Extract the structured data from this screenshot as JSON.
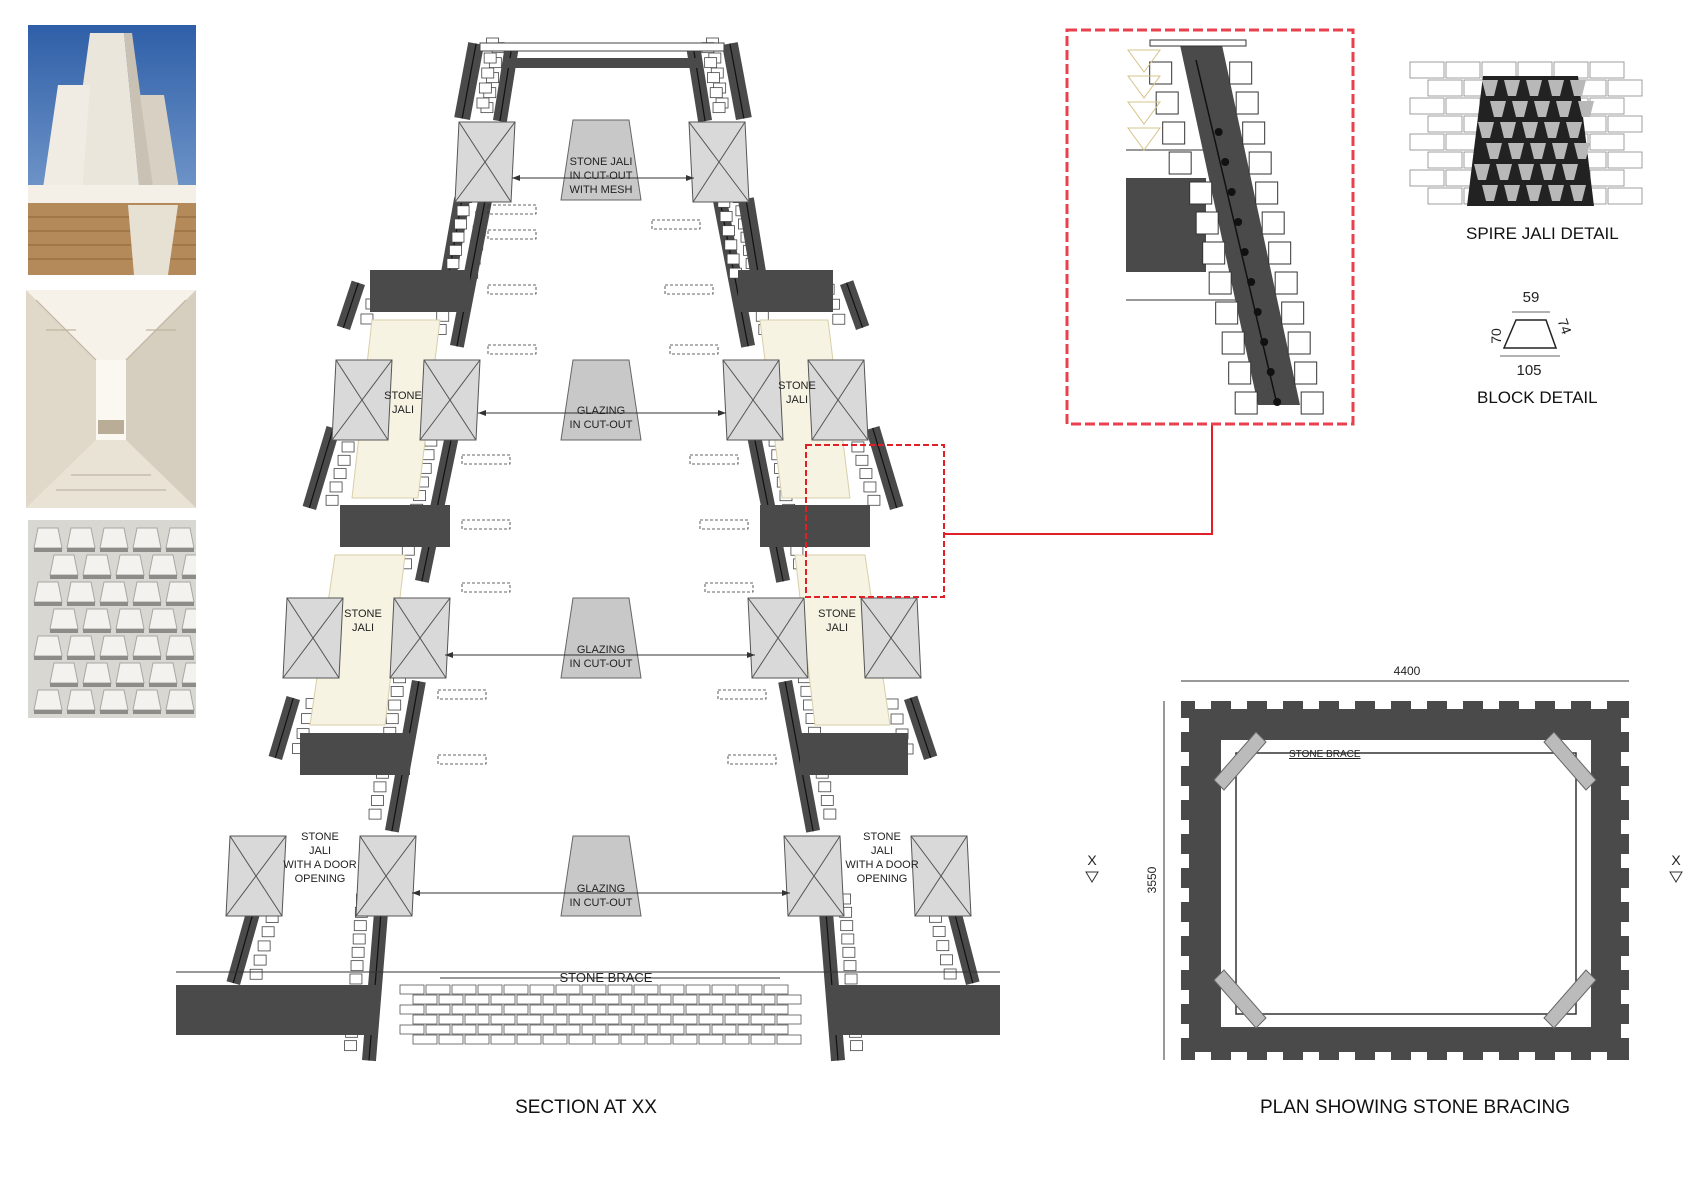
{
  "photos": [
    {
      "name": "spire-exterior-photo",
      "sky": "#3f6fb0",
      "stone": "#e9e4da"
    },
    {
      "name": "spire-interior-photo",
      "stone": "#e8e2d6"
    },
    {
      "name": "stone-jali-photo",
      "stone": "#e4e2de"
    }
  ],
  "section": {
    "caption": "SECTION AT XX",
    "labels": {
      "jali_mesh": [
        "STONE JALI",
        "IN CUT-OUT",
        "WITH MESH"
      ],
      "glazing": [
        "GLAZING",
        "IN CUT-OUT"
      ],
      "stone_jali": [
        "STONE",
        "JALI"
      ],
      "door": [
        "STONE",
        "JALI",
        "WITH A DOOR",
        "OPENING"
      ],
      "brace": "STONE BRACE"
    }
  },
  "detail": {
    "name": "enlarged-wall-detail",
    "highlight": "#e8414d"
  },
  "spire_jali": {
    "caption": "SPIRE JALI DETAIL"
  },
  "block": {
    "caption": "BLOCK DETAIL",
    "dims": {
      "top": "59",
      "bottom": "105",
      "left": "70",
      "right": "74"
    }
  },
  "plan": {
    "caption": "PLAN SHOWING STONE BRACING",
    "width_dim": "4400",
    "height_dim": "3550",
    "brace_label": "STONE BRACE",
    "section_mark": "X"
  },
  "colors": {
    "wall": "#4a4a4a",
    "stone": "#d9d9d9",
    "glass": "#c8c8c8",
    "red": "#e21f26"
  }
}
